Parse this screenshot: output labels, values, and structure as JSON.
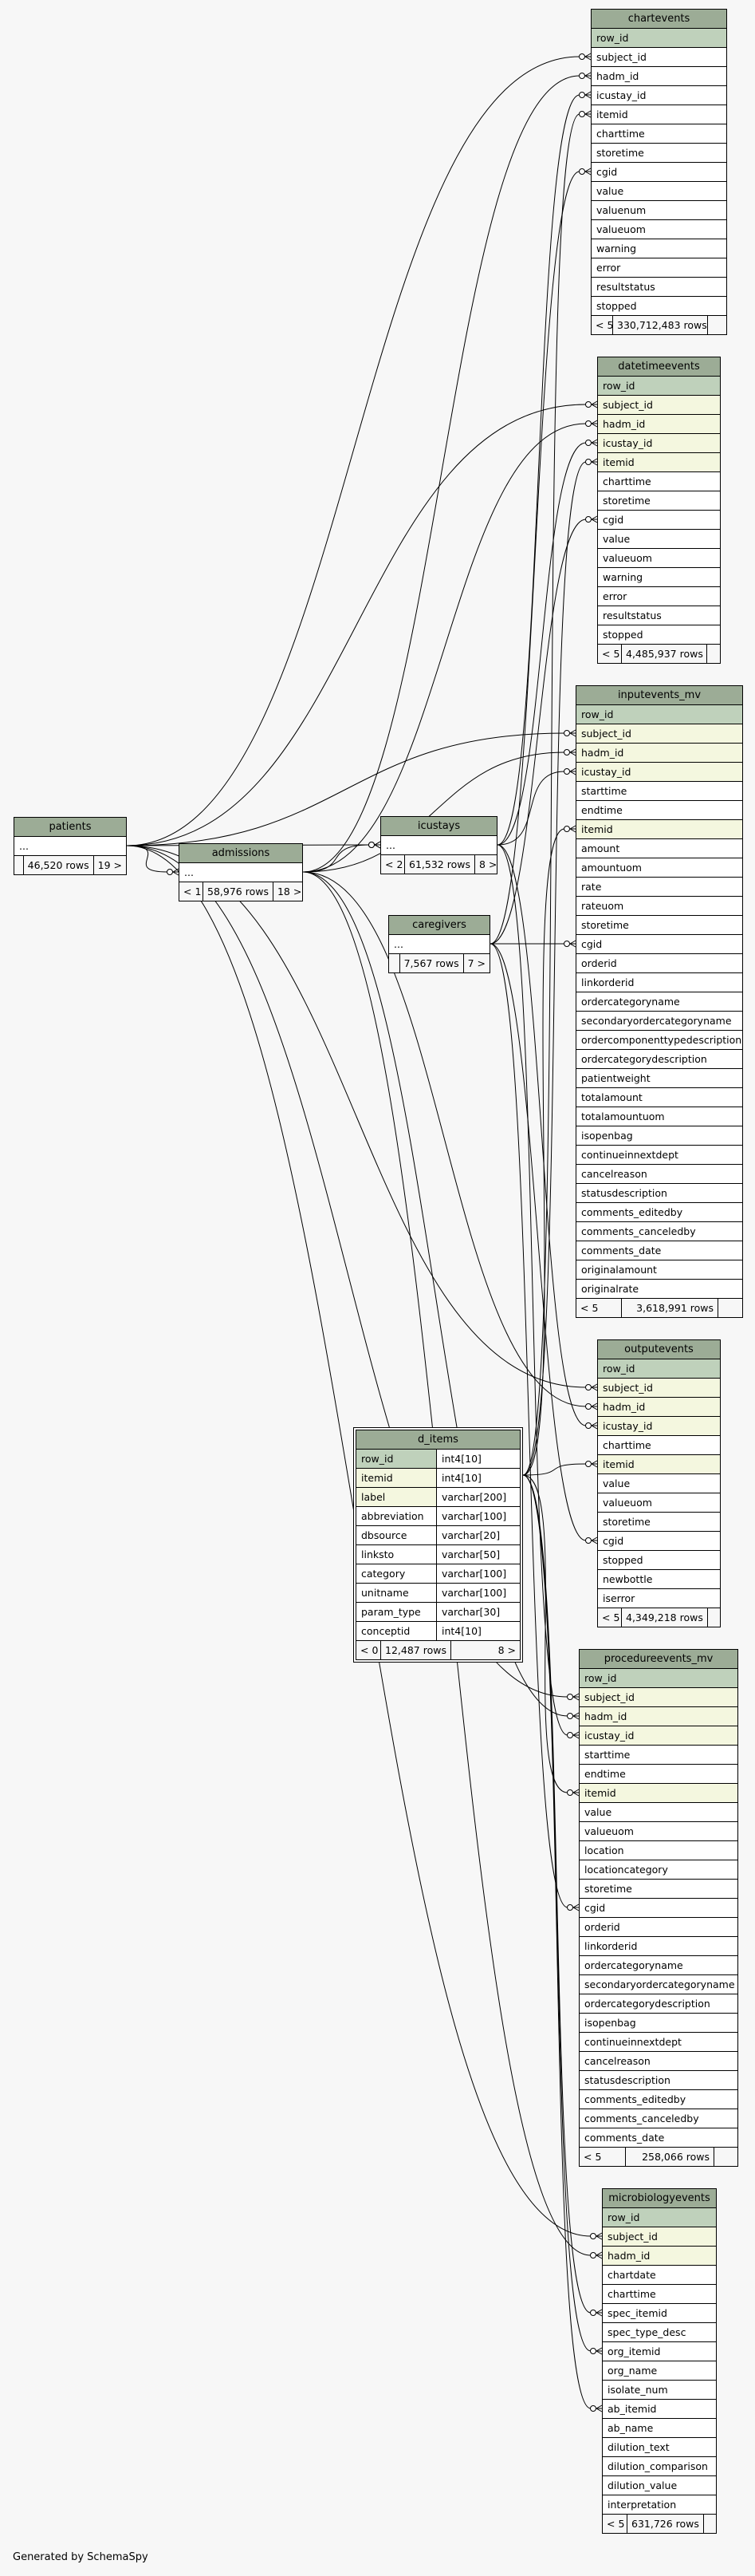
{
  "footer": {
    "generated_by": "Generated by SchemaSpy"
  },
  "tables": {
    "chartevents": {
      "name": "chartevents",
      "columns": [
        {
          "name": "row_id",
          "kind": "pk"
        },
        {
          "name": "subject_id",
          "kind": "plain"
        },
        {
          "name": "hadm_id",
          "kind": "plain"
        },
        {
          "name": "icustay_id",
          "kind": "plain"
        },
        {
          "name": "itemid",
          "kind": "plain"
        },
        {
          "name": "charttime",
          "kind": "plain"
        },
        {
          "name": "storetime",
          "kind": "plain"
        },
        {
          "name": "cgid",
          "kind": "plain"
        },
        {
          "name": "value",
          "kind": "plain"
        },
        {
          "name": "valuenum",
          "kind": "plain"
        },
        {
          "name": "valueuom",
          "kind": "plain"
        },
        {
          "name": "warning",
          "kind": "plain"
        },
        {
          "name": "error",
          "kind": "plain"
        },
        {
          "name": "resultstatus",
          "kind": "plain"
        },
        {
          "name": "stopped",
          "kind": "plain"
        }
      ],
      "footer": {
        "parents": "< 5",
        "rows": "330,712,483 rows",
        "children": ""
      }
    },
    "datetimeevents": {
      "name": "datetimeevents",
      "columns": [
        {
          "name": "row_id",
          "kind": "pk"
        },
        {
          "name": "subject_id",
          "kind": "fk"
        },
        {
          "name": "hadm_id",
          "kind": "fk"
        },
        {
          "name": "icustay_id",
          "kind": "fk"
        },
        {
          "name": "itemid",
          "kind": "fk"
        },
        {
          "name": "charttime",
          "kind": "plain"
        },
        {
          "name": "storetime",
          "kind": "plain"
        },
        {
          "name": "cgid",
          "kind": "plain"
        },
        {
          "name": "value",
          "kind": "plain"
        },
        {
          "name": "valueuom",
          "kind": "plain"
        },
        {
          "name": "warning",
          "kind": "plain"
        },
        {
          "name": "error",
          "kind": "plain"
        },
        {
          "name": "resultstatus",
          "kind": "plain"
        },
        {
          "name": "stopped",
          "kind": "plain"
        }
      ],
      "footer": {
        "parents": "< 5",
        "rows": "4,485,937 rows",
        "children": ""
      }
    },
    "inputevents_mv": {
      "name": "inputevents_mv",
      "columns": [
        {
          "name": "row_id",
          "kind": "pk"
        },
        {
          "name": "subject_id",
          "kind": "fk"
        },
        {
          "name": "hadm_id",
          "kind": "fk"
        },
        {
          "name": "icustay_id",
          "kind": "fk"
        },
        {
          "name": "starttime",
          "kind": "plain"
        },
        {
          "name": "endtime",
          "kind": "plain"
        },
        {
          "name": "itemid",
          "kind": "fk"
        },
        {
          "name": "amount",
          "kind": "plain"
        },
        {
          "name": "amountuom",
          "kind": "plain"
        },
        {
          "name": "rate",
          "kind": "plain"
        },
        {
          "name": "rateuom",
          "kind": "plain"
        },
        {
          "name": "storetime",
          "kind": "plain"
        },
        {
          "name": "cgid",
          "kind": "plain"
        },
        {
          "name": "orderid",
          "kind": "plain"
        },
        {
          "name": "linkorderid",
          "kind": "plain"
        },
        {
          "name": "ordercategoryname",
          "kind": "plain"
        },
        {
          "name": "secondaryordercategoryname",
          "kind": "plain"
        },
        {
          "name": "ordercomponenttypedescription",
          "kind": "plain"
        },
        {
          "name": "ordercategorydescription",
          "kind": "plain"
        },
        {
          "name": "patientweight",
          "kind": "plain"
        },
        {
          "name": "totalamount",
          "kind": "plain"
        },
        {
          "name": "totalamountuom",
          "kind": "plain"
        },
        {
          "name": "isopenbag",
          "kind": "plain"
        },
        {
          "name": "continueinnextdept",
          "kind": "plain"
        },
        {
          "name": "cancelreason",
          "kind": "plain"
        },
        {
          "name": "statusdescription",
          "kind": "plain"
        },
        {
          "name": "comments_editedby",
          "kind": "plain"
        },
        {
          "name": "comments_canceledby",
          "kind": "plain"
        },
        {
          "name": "comments_date",
          "kind": "plain"
        },
        {
          "name": "originalamount",
          "kind": "plain"
        },
        {
          "name": "originalrate",
          "kind": "plain"
        }
      ],
      "footer": {
        "parents": "< 5",
        "rows": "3,618,991 rows",
        "children": ""
      }
    },
    "outputevents": {
      "name": "outputevents",
      "columns": [
        {
          "name": "row_id",
          "kind": "pk"
        },
        {
          "name": "subject_id",
          "kind": "fk"
        },
        {
          "name": "hadm_id",
          "kind": "fk"
        },
        {
          "name": "icustay_id",
          "kind": "fk"
        },
        {
          "name": "charttime",
          "kind": "plain"
        },
        {
          "name": "itemid",
          "kind": "fk"
        },
        {
          "name": "value",
          "kind": "plain"
        },
        {
          "name": "valueuom",
          "kind": "plain"
        },
        {
          "name": "storetime",
          "kind": "plain"
        },
        {
          "name": "cgid",
          "kind": "plain"
        },
        {
          "name": "stopped",
          "kind": "plain"
        },
        {
          "name": "newbottle",
          "kind": "plain"
        },
        {
          "name": "iserror",
          "kind": "plain"
        }
      ],
      "footer": {
        "parents": "< 5",
        "rows": "4,349,218 rows",
        "children": ""
      }
    },
    "procedureevents_mv": {
      "name": "procedureevents_mv",
      "columns": [
        {
          "name": "row_id",
          "kind": "pk"
        },
        {
          "name": "subject_id",
          "kind": "fk"
        },
        {
          "name": "hadm_id",
          "kind": "fk"
        },
        {
          "name": "icustay_id",
          "kind": "fk"
        },
        {
          "name": "starttime",
          "kind": "plain"
        },
        {
          "name": "endtime",
          "kind": "plain"
        },
        {
          "name": "itemid",
          "kind": "fk"
        },
        {
          "name": "value",
          "kind": "plain"
        },
        {
          "name": "valueuom",
          "kind": "plain"
        },
        {
          "name": "location",
          "kind": "plain"
        },
        {
          "name": "locationcategory",
          "kind": "plain"
        },
        {
          "name": "storetime",
          "kind": "plain"
        },
        {
          "name": "cgid",
          "kind": "plain"
        },
        {
          "name": "orderid",
          "kind": "plain"
        },
        {
          "name": "linkorderid",
          "kind": "plain"
        },
        {
          "name": "ordercategoryname",
          "kind": "plain"
        },
        {
          "name": "secondaryordercategoryname",
          "kind": "plain"
        },
        {
          "name": "ordercategorydescription",
          "kind": "plain"
        },
        {
          "name": "isopenbag",
          "kind": "plain"
        },
        {
          "name": "continueinnextdept",
          "kind": "plain"
        },
        {
          "name": "cancelreason",
          "kind": "plain"
        },
        {
          "name": "statusdescription",
          "kind": "plain"
        },
        {
          "name": "comments_editedby",
          "kind": "plain"
        },
        {
          "name": "comments_canceledby",
          "kind": "plain"
        },
        {
          "name": "comments_date",
          "kind": "plain"
        }
      ],
      "footer": {
        "parents": "< 5",
        "rows": "258,066 rows",
        "children": ""
      }
    },
    "microbiologyevents": {
      "name": "microbiologyevents",
      "columns": [
        {
          "name": "row_id",
          "kind": "pk"
        },
        {
          "name": "subject_id",
          "kind": "fk"
        },
        {
          "name": "hadm_id",
          "kind": "fk"
        },
        {
          "name": "chartdate",
          "kind": "plain"
        },
        {
          "name": "charttime",
          "kind": "plain"
        },
        {
          "name": "spec_itemid",
          "kind": "plain"
        },
        {
          "name": "spec_type_desc",
          "kind": "plain"
        },
        {
          "name": "org_itemid",
          "kind": "plain"
        },
        {
          "name": "org_name",
          "kind": "plain"
        },
        {
          "name": "isolate_num",
          "kind": "plain"
        },
        {
          "name": "ab_itemid",
          "kind": "plain"
        },
        {
          "name": "ab_name",
          "kind": "plain"
        },
        {
          "name": "dilution_text",
          "kind": "plain"
        },
        {
          "name": "dilution_comparison",
          "kind": "plain"
        },
        {
          "name": "dilution_value",
          "kind": "plain"
        },
        {
          "name": "interpretation",
          "kind": "plain"
        }
      ],
      "footer": {
        "parents": "< 5",
        "rows": "631,726 rows",
        "children": ""
      }
    },
    "patients": {
      "name": "patients",
      "columns": [
        {
          "name": "...",
          "kind": "plain"
        }
      ],
      "footer": {
        "parents": "",
        "rows": "46,520 rows",
        "children": "19 >"
      }
    },
    "admissions": {
      "name": "admissions",
      "columns": [
        {
          "name": "...",
          "kind": "plain"
        }
      ],
      "footer": {
        "parents": "< 1",
        "rows": "58,976 rows",
        "children": "18 >"
      }
    },
    "icustays": {
      "name": "icustays",
      "columns": [
        {
          "name": "...",
          "kind": "plain"
        }
      ],
      "footer": {
        "parents": "< 2",
        "rows": "61,532 rows",
        "children": "8 >"
      }
    },
    "caregivers": {
      "name": "caregivers",
      "columns": [
        {
          "name": "...",
          "kind": "plain"
        }
      ],
      "footer": {
        "parents": "",
        "rows": "7,567 rows",
        "children": "7 >"
      }
    },
    "d_items": {
      "name": "d_items",
      "columns": [
        {
          "name": "row_id",
          "kind": "pk",
          "type": "int4[10]"
        },
        {
          "name": "itemid",
          "kind": "fk",
          "type": "int4[10]"
        },
        {
          "name": "label",
          "kind": "fk",
          "type": "varchar[200]"
        },
        {
          "name": "abbreviation",
          "kind": "plain",
          "type": "varchar[100]"
        },
        {
          "name": "dbsource",
          "kind": "plain",
          "type": "varchar[20]"
        },
        {
          "name": "linksto",
          "kind": "plain",
          "type": "varchar[50]"
        },
        {
          "name": "category",
          "kind": "plain",
          "type": "varchar[100]"
        },
        {
          "name": "unitname",
          "kind": "plain",
          "type": "varchar[100]"
        },
        {
          "name": "param_type",
          "kind": "plain",
          "type": "varchar[30]"
        },
        {
          "name": "conceptid",
          "kind": "plain",
          "type": "int4[10]"
        }
      ],
      "footer": {
        "parents": "< 0",
        "rows": "12,487 rows",
        "children": "8 >"
      }
    }
  },
  "relationships": [
    {
      "from": "patients",
      "to": "chartevents",
      "column": "subject_id"
    },
    {
      "from": "admissions",
      "to": "chartevents",
      "column": "hadm_id"
    },
    {
      "from": "icustays",
      "to": "chartevents",
      "column": "icustay_id"
    },
    {
      "from": "d_items",
      "to": "chartevents",
      "column": "itemid"
    },
    {
      "from": "caregivers",
      "to": "chartevents",
      "column": "cgid"
    },
    {
      "from": "patients",
      "to": "datetimeevents",
      "column": "subject_id"
    },
    {
      "from": "admissions",
      "to": "datetimeevents",
      "column": "hadm_id"
    },
    {
      "from": "icustays",
      "to": "datetimeevents",
      "column": "icustay_id"
    },
    {
      "from": "d_items",
      "to": "datetimeevents",
      "column": "itemid"
    },
    {
      "from": "caregivers",
      "to": "datetimeevents",
      "column": "cgid"
    },
    {
      "from": "patients",
      "to": "inputevents_mv",
      "column": "subject_id"
    },
    {
      "from": "admissions",
      "to": "inputevents_mv",
      "column": "hadm_id"
    },
    {
      "from": "icustays",
      "to": "inputevents_mv",
      "column": "icustay_id"
    },
    {
      "from": "d_items",
      "to": "inputevents_mv",
      "column": "itemid"
    },
    {
      "from": "caregivers",
      "to": "inputevents_mv",
      "column": "cgid"
    },
    {
      "from": "patients",
      "to": "outputevents",
      "column": "subject_id"
    },
    {
      "from": "admissions",
      "to": "outputevents",
      "column": "hadm_id"
    },
    {
      "from": "icustays",
      "to": "outputevents",
      "column": "icustay_id"
    },
    {
      "from": "d_items",
      "to": "outputevents",
      "column": "itemid"
    },
    {
      "from": "caregivers",
      "to": "outputevents",
      "column": "cgid"
    },
    {
      "from": "patients",
      "to": "procedureevents_mv",
      "column": "subject_id"
    },
    {
      "from": "admissions",
      "to": "procedureevents_mv",
      "column": "hadm_id"
    },
    {
      "from": "icustays",
      "to": "procedureevents_mv",
      "column": "icustay_id"
    },
    {
      "from": "d_items",
      "to": "procedureevents_mv",
      "column": "itemid"
    },
    {
      "from": "caregivers",
      "to": "procedureevents_mv",
      "column": "cgid"
    },
    {
      "from": "patients",
      "to": "microbiologyevents",
      "column": "subject_id"
    },
    {
      "from": "admissions",
      "to": "microbiologyevents",
      "column": "hadm_id"
    },
    {
      "from": "d_items",
      "to": "microbiologyevents",
      "column": "spec_itemid"
    },
    {
      "from": "d_items",
      "to": "microbiologyevents",
      "column": "org_itemid"
    },
    {
      "from": "d_items",
      "to": "microbiologyevents",
      "column": "ab_itemid"
    },
    {
      "from": "patients",
      "to": "admissions",
      "column": "..."
    },
    {
      "from": "patients",
      "to": "icustays",
      "column": "..."
    },
    {
      "from": "admissions",
      "to": "icustays",
      "column": "..."
    }
  ],
  "colors": {
    "background": "#f7f7f7",
    "table_header": "#9cac96",
    "primary_key_row": "#bfd1bb",
    "foreign_key_row": "#f4f7df",
    "line": "#000000"
  }
}
